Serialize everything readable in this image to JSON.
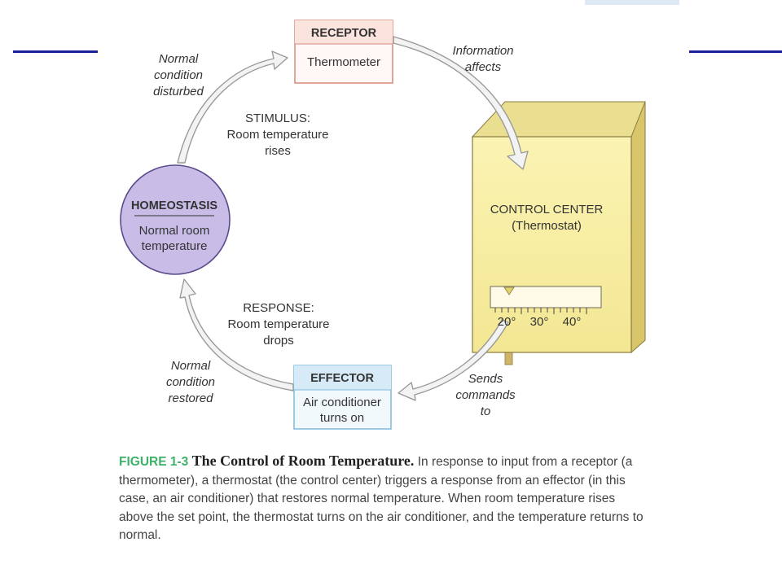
{
  "colors": {
    "slide_line": "#1a1f9a",
    "receptor_bg": "#fff8f6",
    "receptor_border": "#d58a7a",
    "effector_bg": "#f2f9fd",
    "effector_border": "#7fb8dc",
    "homeostasis_fill": "#c9bde8",
    "homeostasis_stroke": "#5a4b8c",
    "thermostat_front": "#f7eea2",
    "thermostat_side": "#d9c66a",
    "thermostat_top": "#eadf90",
    "arrow_fill": "#f3f3f3",
    "arrow_stroke": "#9a9a9a",
    "caption_figure": "#3fb26a"
  },
  "receptor": {
    "title": "RECEPTOR",
    "body": "Thermometer"
  },
  "effector": {
    "title": "EFFECTOR",
    "line1": "Air conditioner",
    "line2": "turns on"
  },
  "homeostasis": {
    "title": "HOMEOSTASIS",
    "line1": "Normal room",
    "line2": "temperature"
  },
  "control_center": {
    "title": "CONTROL CENTER",
    "subtitle": "(Thermostat)"
  },
  "thermostat_scale": {
    "tick1": "20°",
    "tick2": "30°",
    "tick3": "40°"
  },
  "labels": {
    "normal_disturbed": [
      "Normal",
      "condition",
      "disturbed"
    ],
    "info_affects": [
      "Information",
      "affects"
    ],
    "stimulus": [
      "STIMULUS:",
      "Room temperature",
      "rises"
    ],
    "response": [
      "RESPONSE:",
      "Room temperature",
      "drops"
    ],
    "normal_restored": [
      "Normal",
      "condition",
      "restored"
    ],
    "sends_commands": [
      "Sends",
      "commands",
      "to"
    ]
  },
  "caption": {
    "figure_number": "FIGURE 1-3",
    "figure_title": "The Control of Room Temperature.",
    "text": "In response to input from a receptor (a thermometer), a thermostat (the control center) triggers a response from an effector (in this case, an air conditioner) that restores normal temperature. When room temperature rises above the set point, the thermostat turns on the air conditioner, and the temperature returns to normal."
  }
}
